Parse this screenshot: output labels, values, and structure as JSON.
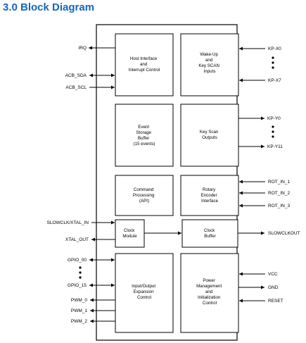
{
  "title": "3.0 Block Diagram",
  "blocks": {
    "host": [
      "Host Interface",
      "and",
      "Interrupt Control"
    ],
    "wakeup": [
      "Wake-Up",
      "and",
      "Key SCAN",
      "Inputs"
    ],
    "event": [
      "Event",
      "Storage",
      "Buffer",
      "(15 events)"
    ],
    "keyscan": [
      "Key Scan",
      "Outputs"
    ],
    "command": [
      "Command",
      "Processing",
      "(API)"
    ],
    "rotary": [
      "Rotary",
      "Encoder",
      "Interface"
    ],
    "clock_module": [
      "Clock",
      "Module"
    ],
    "clock_buffer": [
      "Clock",
      "Buffer"
    ],
    "io": [
      "Input/Output",
      "Expansion",
      "Control"
    ],
    "power": [
      "Power",
      "Management",
      "and",
      "Initialization",
      "Control"
    ]
  },
  "pins": {
    "irq": "IRQ",
    "acb_sda": "ACB_SDA",
    "acb_scl": "ACB_SCL",
    "slowclk_in": "SLOWCLK/XTAL_IN",
    "xtal_out": "XTAL_OUT",
    "gpio_00": "GPIO_00",
    "gpio_15": "GPIO_15",
    "pwm_0": "PWM_0",
    "pwm_1": "PWM_1",
    "pwm_2": "PWM_2",
    "kp_x0": "KP-X0",
    "kp_x7": "KP-X7",
    "kp_y0": "KP-Y0",
    "kp_y11": "KP-Y11",
    "rot_in_1": "ROT_IN_1",
    "rot_in_2": "ROT_IN_2",
    "rot_in_3": "ROT_IN_3",
    "slowclkout": "SLOWCLKOUT",
    "vcc": "VCC",
    "gnd": "GND",
    "reset": "RESET"
  }
}
